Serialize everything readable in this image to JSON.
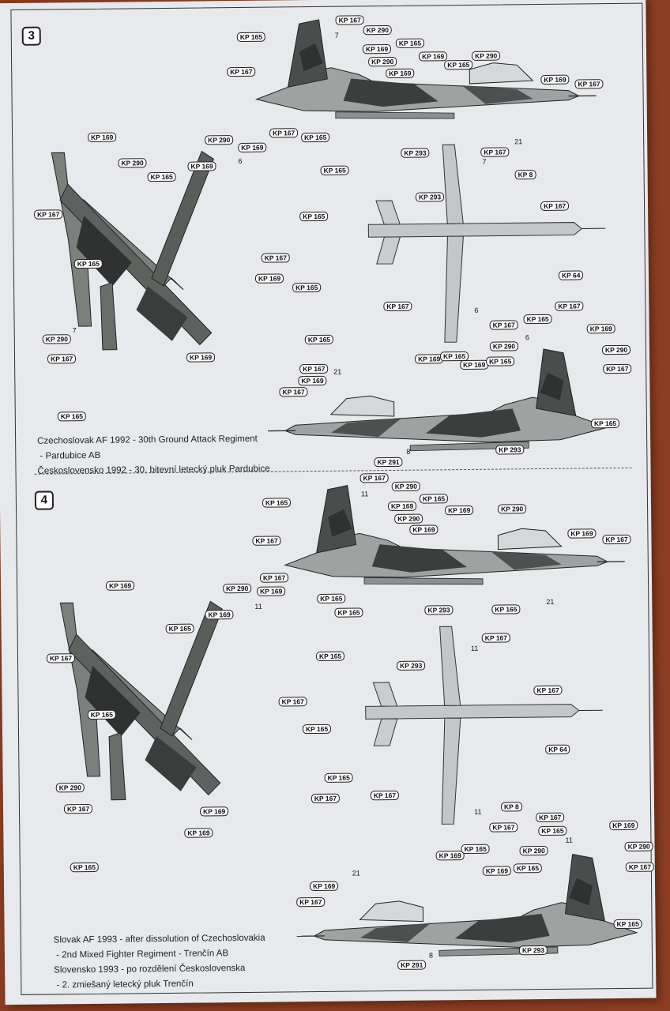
{
  "sections": [
    {
      "number": "3",
      "caption": {
        "line1": "Czechoslovak AF 1992 - 30th Ground Attack Regiment",
        "line2": " - Pardubice AB",
        "line3": "Československo 1992 - 30. bitevní letecký pluk Pardubice"
      },
      "callouts": [
        "KP 167",
        "KP 165",
        "KP 290",
        "KP 165",
        "KP 169",
        "KP 290",
        "KP 169",
        "KP 165",
        "KP 169",
        "KP 290",
        "KP 167",
        "KP 169",
        "KP 167",
        "KP 165",
        "KP 293",
        "KP 167",
        "KP 169",
        "KP 290",
        "KP 169",
        "KP 165",
        "KP 290",
        "KP 169",
        "KP 165",
        "KP 167",
        "KP 165",
        "KP 167",
        "KP 165",
        "KP 167",
        "KP 169",
        "KP 165",
        "KP 290",
        "KP 167",
        "KP 169",
        "KP 165",
        "KP 167",
        "KP 165",
        "KP 8",
        "KP 293",
        "KP 167",
        "KP 64",
        "KP 167",
        "KP 167",
        "KP 167",
        "KP 165",
        "KP 169",
        "KP 290",
        "KP 290",
        "KP 167",
        "KP 169",
        "KP 165",
        "KP 169",
        "KP 165",
        "KP 167",
        "KP 169",
        "KP 165",
        "KP 293",
        "KP 291"
      ],
      "numbers": [
        "7",
        "21",
        "6",
        "7",
        "7",
        "6",
        "6",
        "21",
        "8"
      ]
    },
    {
      "number": "4",
      "caption": {
        "line1": "Slovak AF 1993 - after dissolution of Czechoslovakia",
        "line2": " - 2nd Mixed Fighter Regiment - Trenčín AB",
        "line3": "Slovensko 1993 - po rozdělení Československa",
        "line4": " - 2. zmiešaný letecký pluk Trenčín"
      },
      "callouts": [
        "KP 167",
        "KP 165",
        "KP 290",
        "KP 169",
        "KP 165",
        "KP 169",
        "KP 290",
        "KP 169",
        "KP 290",
        "KP 169",
        "KP 167",
        "KP 167",
        "KP 165",
        "KP 165",
        "KP 293",
        "KP 165",
        "KP 169",
        "KP 290",
        "KP 167",
        "KP 169",
        "KP 165",
        "KP 165",
        "KP 167",
        "KP 169",
        "KP 167",
        "KP 165",
        "KP 165",
        "KP 290",
        "KP 167",
        "KP 169",
        "KP 165",
        "KP 167",
        "KP 169",
        "KP 165",
        "KP 167",
        "KP 293",
        "KP 167",
        "KP 64",
        "KP 167",
        "KP 8",
        "KP 167",
        "KP 167",
        "KP 165",
        "KP 169",
        "KP 290",
        "KP 290",
        "KP 167",
        "KP 169",
        "KP 165",
        "KP 169",
        "KP 165",
        "KP 169",
        "KP 167",
        "KP 165",
        "KP 293",
        "KP 291"
      ],
      "numbers": [
        "11",
        "21",
        "11",
        "11",
        "11",
        "11",
        "21",
        "8"
      ]
    }
  ],
  "colors": {
    "sheet": "#e7e9ec",
    "camo_dark": "#3a3d3b",
    "camo_mid": "#6d726f",
    "camo_light": "#a9adab",
    "underside": "#c3c7c9"
  }
}
